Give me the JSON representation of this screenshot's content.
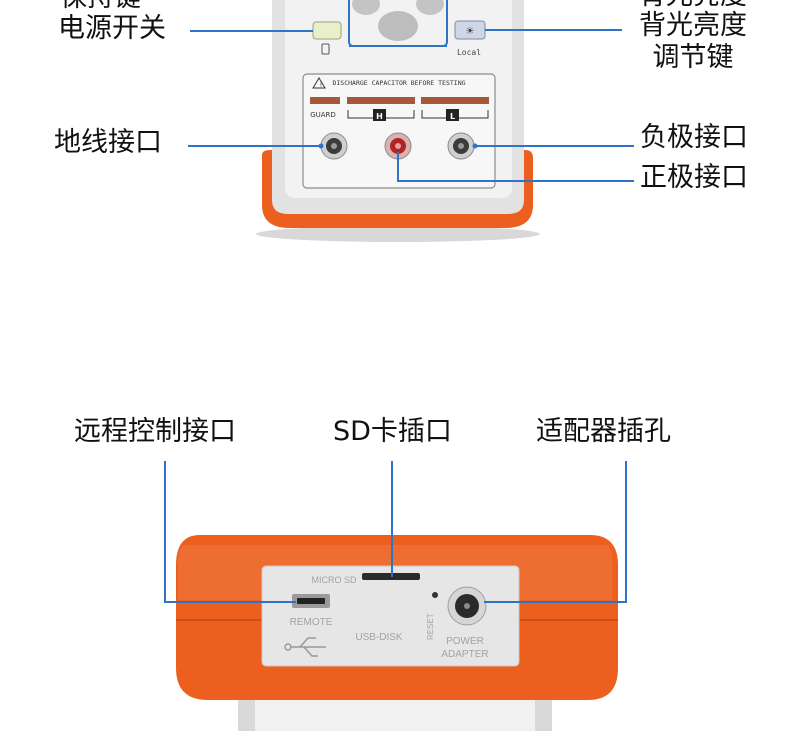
{
  "top_device": {
    "callouts": {
      "partial_top_left": "保持键",
      "power_switch": "电源开关",
      "partial_top_right": "背光亮度",
      "backlight_line1": "背光亮度",
      "backlight_line2": "调节键",
      "ground_port": "地线接口",
      "negative_port": "负极接口",
      "positive_port": "正极接口"
    },
    "panel": {
      "warning": "DISCHARGE CAPACITOR BEFORE TESTING",
      "guard": "GUARD",
      "high": "H",
      "low": "L",
      "local_key": "Local"
    }
  },
  "bottom_device": {
    "callouts": {
      "remote_port": "远程控制接口",
      "sd_slot": "SD卡插口",
      "adapter_jack": "适配器插孔"
    },
    "panel": {
      "micro_sd": "MICRO SD",
      "remote": "REMOTE",
      "usb_disk": "USB-DISK",
      "reset": "RESET",
      "power": "POWER",
      "adapter": "ADAPTER"
    }
  },
  "colors": {
    "orange": "#ec5f1f",
    "callout_line": "#2f73c7",
    "panel_grey": "#e6e6e6"
  }
}
